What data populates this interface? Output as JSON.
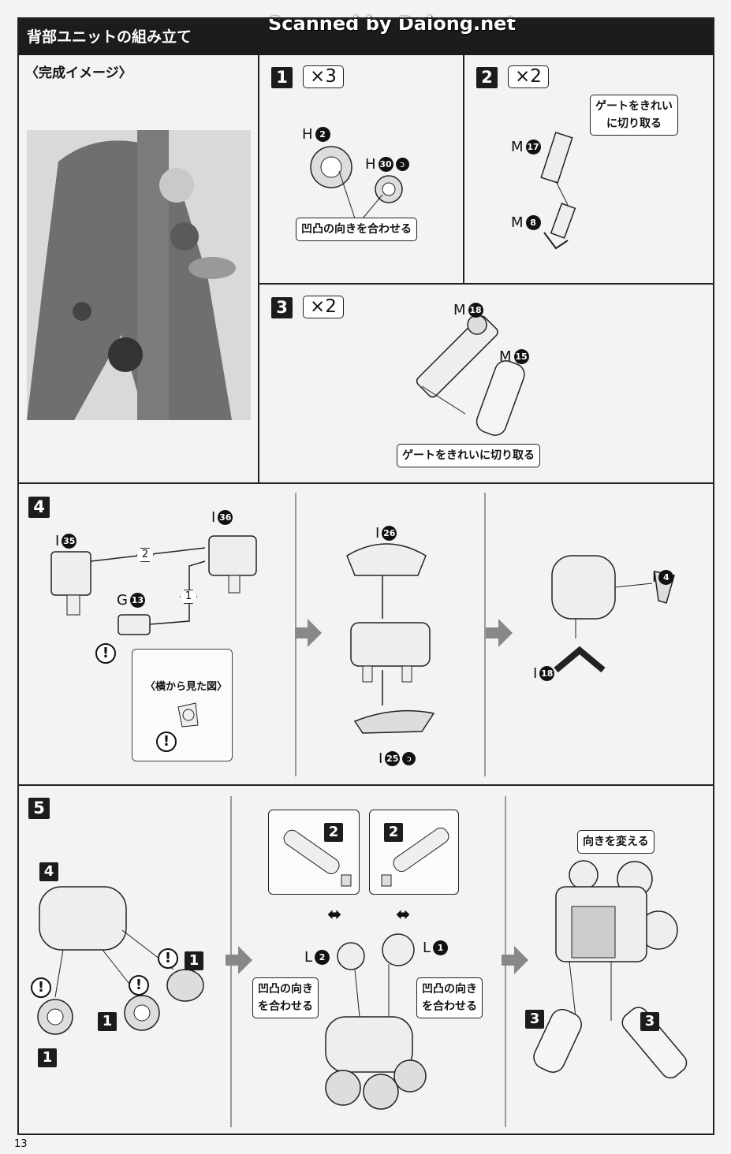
{
  "header": {
    "title": "背部ユニットの組み立て",
    "watermark": "Scanned by Dalong.net"
  },
  "completed": {
    "title": "〈完成イメージ〉"
  },
  "step1": {
    "num": "1",
    "mult": "×3",
    "parts": [
      {
        "letter": "H",
        "num": "2"
      },
      {
        "letter": "H",
        "num": "30"
      }
    ],
    "callout": "凹凸の向きを合わせる"
  },
  "step2": {
    "num": "2",
    "mult": "×2",
    "parts": [
      {
        "letter": "M",
        "num": "17"
      },
      {
        "letter": "M",
        "num": "8"
      }
    ],
    "callout_l1": "ゲートをきれい",
    "callout_l2": "に切り取る"
  },
  "step3": {
    "num": "3",
    "mult": "×2",
    "parts": [
      {
        "letter": "M",
        "num": "18"
      },
      {
        "letter": "M",
        "num": "15"
      }
    ],
    "callout": "ゲートをきれいに切り取る"
  },
  "step4": {
    "num": "4",
    "parts": [
      {
        "letter": "I",
        "num": "35"
      },
      {
        "letter": "I",
        "num": "36"
      },
      {
        "letter": "G",
        "num": "13"
      },
      {
        "letter": "I",
        "num": "26"
      },
      {
        "letter": "I",
        "num": "25"
      },
      {
        "letter": "I",
        "num": "4"
      },
      {
        "letter": "I",
        "num": "18"
      }
    ],
    "order": [
      "1",
      "2"
    ],
    "side_view": "〈横から見た図〉",
    "warning": "!"
  },
  "step5": {
    "num": "5",
    "ref": "4",
    "refs": [
      "1",
      "1",
      "1",
      "2",
      "2",
      "3",
      "3"
    ],
    "parts": [
      {
        "letter": "L",
        "num": "2"
      },
      {
        "letter": "L",
        "num": "1"
      }
    ],
    "align_l1": "凹凸の向き",
    "align_l2": "を合わせる",
    "rotate": "向きを変える",
    "warning": "!"
  },
  "page_number": "13"
}
